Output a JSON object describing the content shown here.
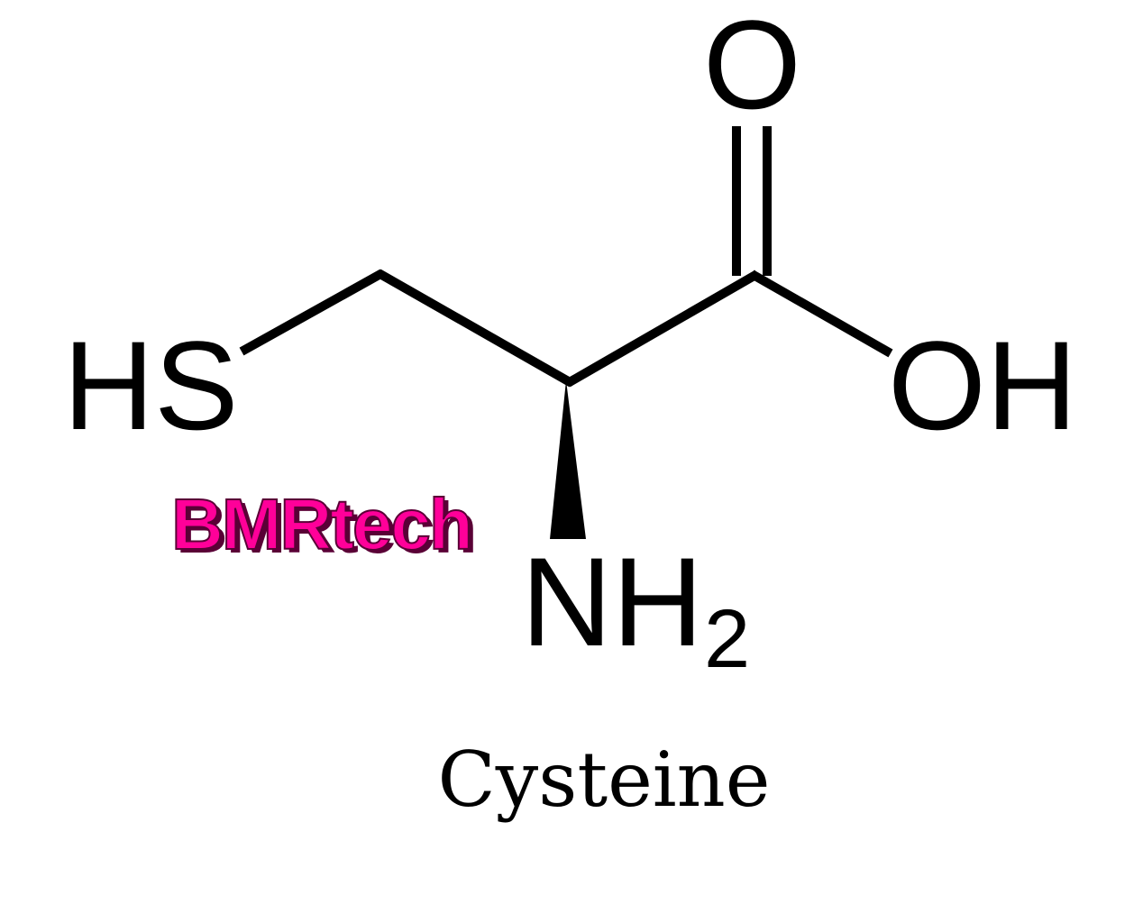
{
  "molecule": {
    "name": "Cysteine",
    "atoms": {
      "thiol": "HS",
      "carbonyl_oxygen": "O",
      "hydroxyl": "OH",
      "amine_n": "NH",
      "amine_subscript": "2"
    }
  },
  "watermark": {
    "text": "BMRtech",
    "fill_color": "#ff0099",
    "outline_color": "#5a0036"
  }
}
